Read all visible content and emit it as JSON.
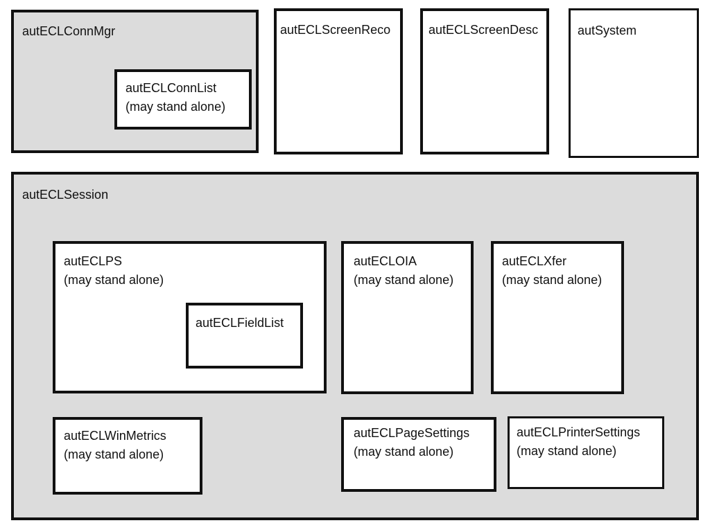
{
  "diagram": {
    "boxes": {
      "conn_mgr": {
        "label": "autECLConnMgr"
      },
      "conn_list": {
        "label": "autECLConnList",
        "note": "(may stand alone)"
      },
      "screen_reco": {
        "label": "autECLScreenReco"
      },
      "screen_desc": {
        "label": "autECLScreenDesc"
      },
      "system": {
        "label": "autSystem"
      },
      "session": {
        "label": "autECLSession"
      },
      "ps": {
        "label": "autECLPS",
        "note": "(may stand alone)"
      },
      "field_list": {
        "label": "autECLFieldList"
      },
      "oia": {
        "label": "autECLOIA",
        "note": "(may stand alone)"
      },
      "xfer": {
        "label": "autECLXfer",
        "note": "(may stand alone)"
      },
      "win_metrics": {
        "label": "autECLWinMetrics",
        "note": "(may stand alone)"
      },
      "page_settings": {
        "label": "autECLPageSettings",
        "note": "(may stand alone)"
      },
      "printer_settings": {
        "label": "autECLPrinterSettings",
        "note": "(may stand alone)"
      }
    },
    "colors": {
      "page_background": "#ffffff",
      "container_fill": "#dcdcdc",
      "box_fill": "#ffffff",
      "border": "#111111",
      "text": "#111111"
    }
  }
}
